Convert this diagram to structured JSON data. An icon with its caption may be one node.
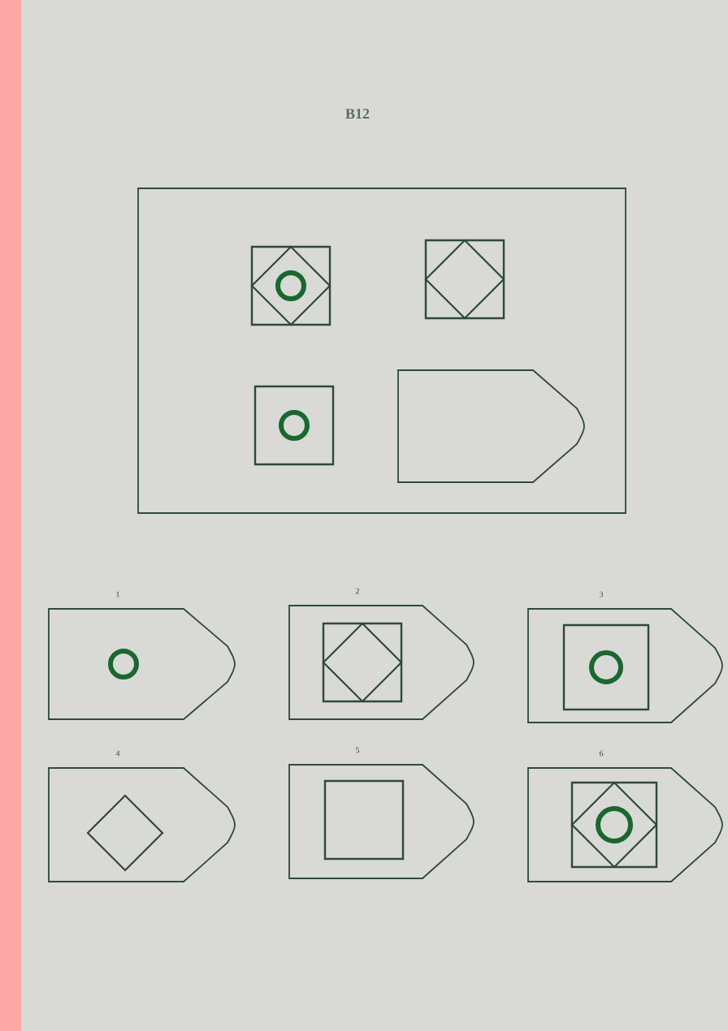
{
  "diagram": {
    "title": "B12",
    "nodes": [
      {
        "text": [],
        "shape": "box"
      },
      {
        "text": [],
        "shape": "box",
        "in": 0
      },
      {
        "text": [],
        "shape": "box",
        "in": 0
      },
      {
        "text": [],
        "shape": "box",
        "in": 0
      },
      {
        "text": [],
        "shape": "pentagon",
        "in": 0
      },
      {
        "text": [
          "1"
        ]
      },
      {
        "text": [
          "2"
        ]
      },
      {
        "text": [
          "3"
        ]
      },
      {
        "text": [
          "4"
        ]
      },
      {
        "text": [
          "5"
        ]
      },
      {
        "text": [
          "6"
        ]
      }
    ],
    "edges": []
  }
}
